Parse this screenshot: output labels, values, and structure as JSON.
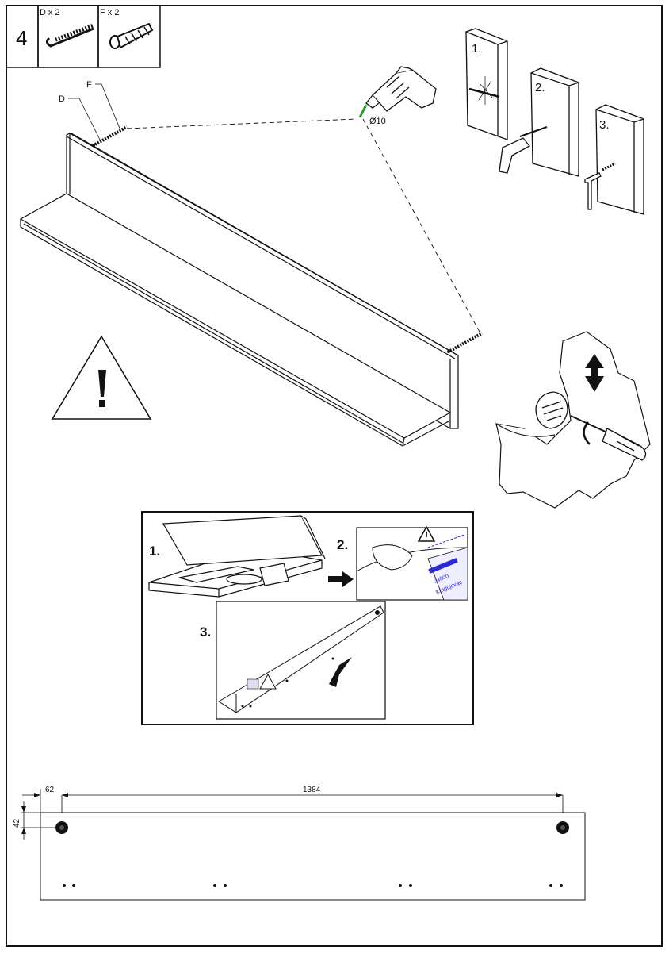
{
  "step": {
    "number": "4",
    "hardware": [
      {
        "caption": "D x 2",
        "icon": "screw-icon"
      },
      {
        "caption": "F x 2",
        "icon": "wall-plug-icon"
      }
    ]
  },
  "callouts": {
    "screw_letter": "D",
    "plug_letter": "F",
    "drill_diameter": "Ø10"
  },
  "wall_steps": [
    "1.",
    "2.",
    "3."
  ],
  "packaging_steps": [
    "1.",
    "2.",
    "3."
  ],
  "sticker_lines": [
    "34000",
    "Kragujevac"
  ],
  "dimensions": {
    "hole_offset": "62",
    "hole_spacing": "1384",
    "hole_height": "42"
  },
  "colors": {
    "ink": "#111111",
    "drill_bit": "#2e9a2e",
    "sticker_text": "#2a2ad0"
  }
}
